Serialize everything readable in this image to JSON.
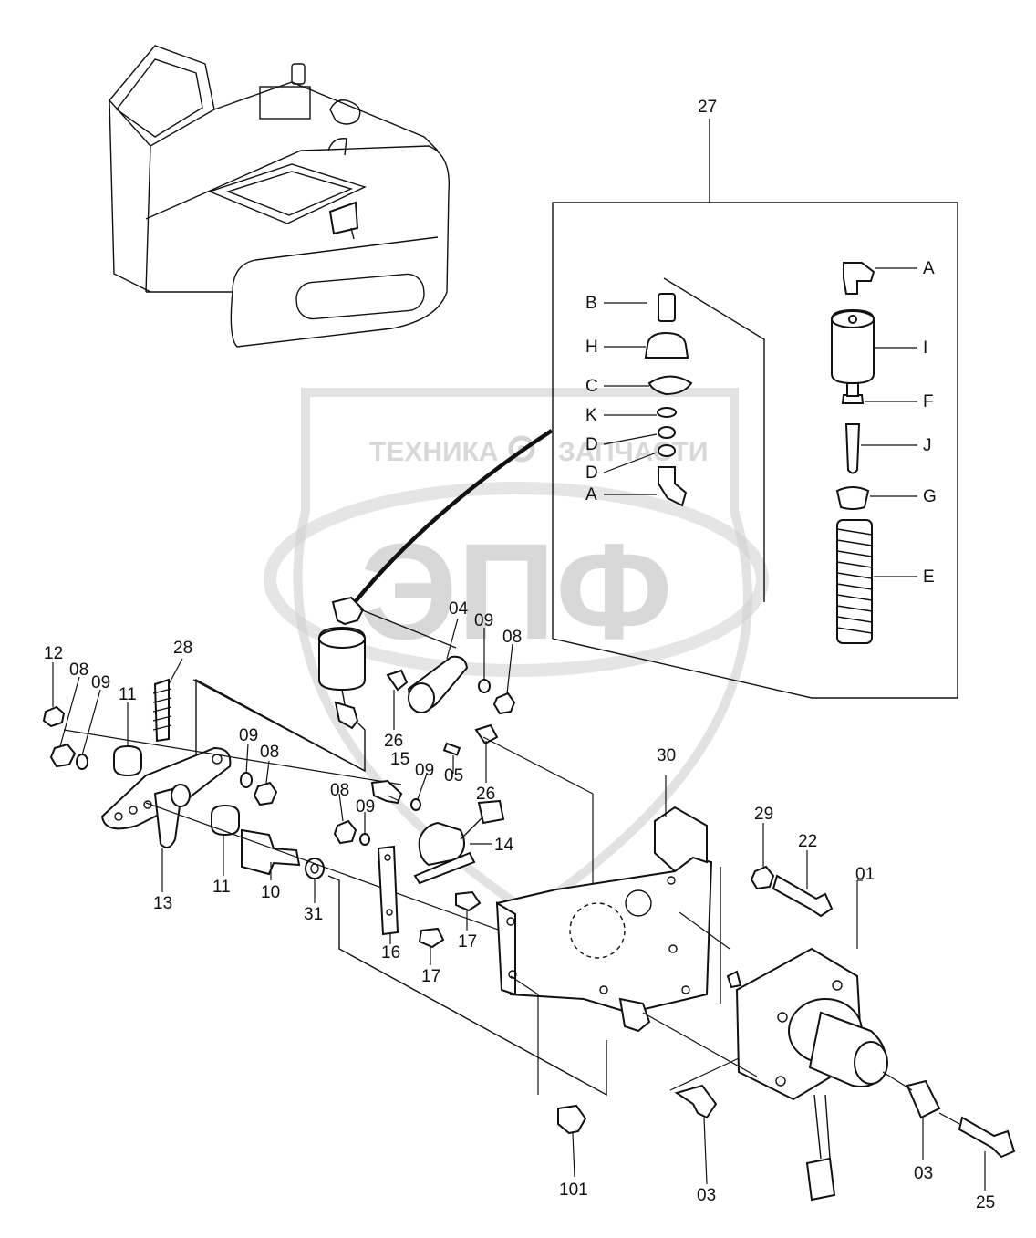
{
  "watermark": {
    "text_left": "ТЕХНИКА",
    "text_right": "ЗАПЧАСТИ",
    "logo": "ЭПФ",
    "gear_icon": "gear-icon"
  },
  "group_label": "27",
  "kit_labels": [
    "A",
    "B",
    "H",
    "C",
    "K",
    "D",
    "D",
    "A",
    "I",
    "F",
    "J",
    "G",
    "E"
  ],
  "callouts": [
    "12",
    "08",
    "09",
    "11",
    "28",
    "09",
    "08",
    "11",
    "13",
    "10",
    "31",
    "04",
    "09",
    "08",
    "26",
    "15",
    "09",
    "08",
    "09",
    "05",
    "26",
    "14",
    "16",
    "17",
    "17",
    "30",
    "29",
    "22",
    "01",
    "101",
    "03",
    "03",
    "25"
  ]
}
